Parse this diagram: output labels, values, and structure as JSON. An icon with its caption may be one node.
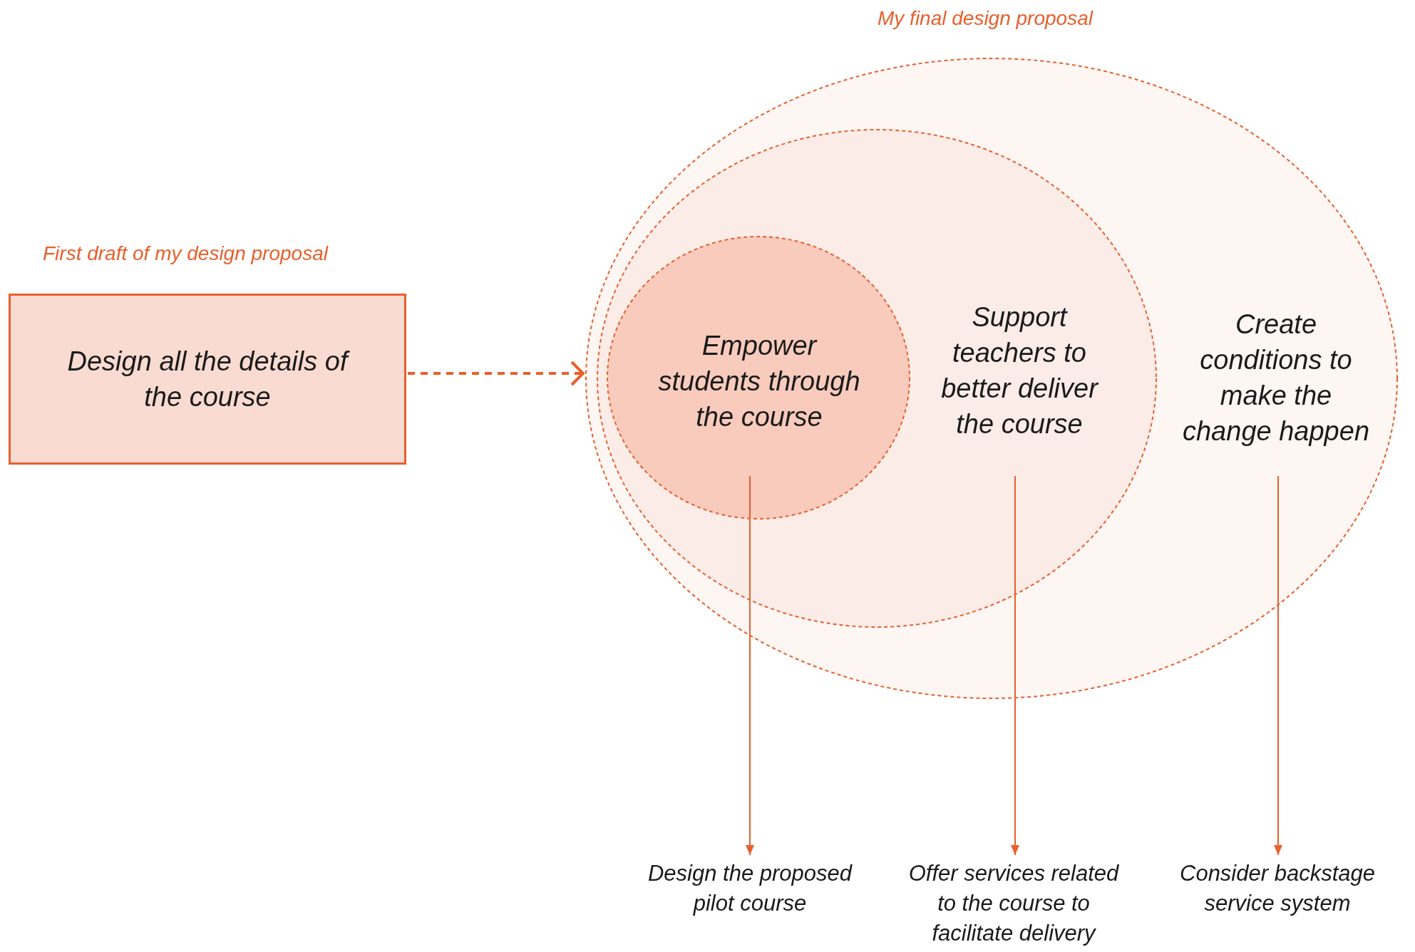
{
  "diagram": {
    "nodes": [
      {
        "text": [
          "First draft of my design proposal",
          "Design all the details of the course"
        ]
      },
      {
        "text": [
          "My final design proposal",
          "Create conditions to make the change happen"
        ]
      },
      {
        "text": [
          "Support teachers to better deliver the course"
        ],
        "in": 1
      },
      {
        "text": [
          "Empower students through the course"
        ],
        "in": 2
      },
      {
        "text": [
          "Design the proposed pilot course"
        ]
      },
      {
        "text": [
          "Offer services related to the course to facilitate delivery"
        ]
      },
      {
        "text": [
          "Consider backstage service system"
        ]
      }
    ],
    "edges": [
      {
        "from": 0,
        "to": 1,
        "arrow": "to",
        "style": "dashed"
      },
      {
        "from": 3,
        "to": 4,
        "arrow": "to"
      },
      {
        "from": 2,
        "to": 5,
        "arrow": "to"
      },
      {
        "from": 1,
        "to": 6,
        "arrow": "to"
      }
    ]
  }
}
